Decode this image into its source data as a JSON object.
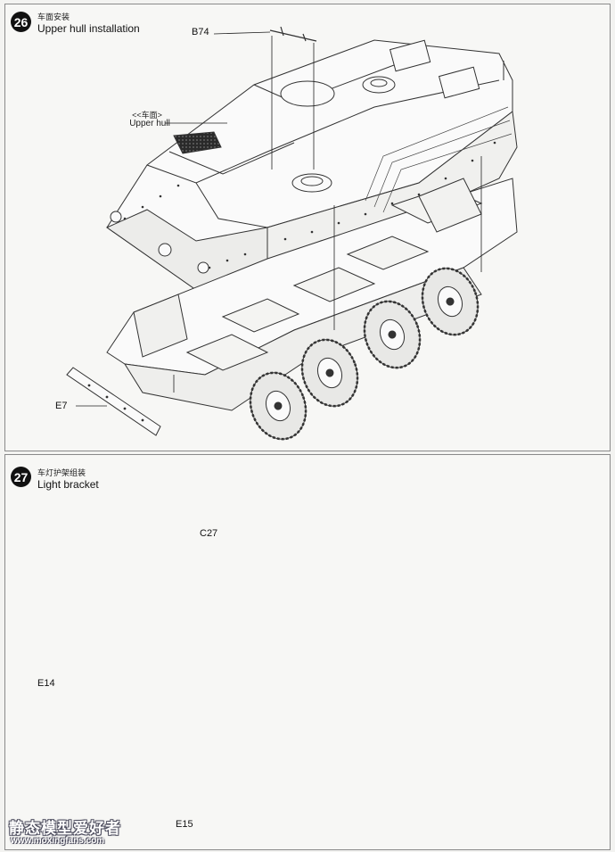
{
  "steps": [
    {
      "number": "26",
      "title_cn": "车面安装",
      "title_en": "Upper hull installation"
    },
    {
      "number": "27",
      "title_cn": "车灯护架组装",
      "title_en": "Light bracket"
    }
  ],
  "step26": {
    "part_b74": "B74",
    "upper_hull_cn": "<<车面>",
    "upper_hull_en": "Upper hull",
    "part_e7": "E7"
  },
  "step27": {
    "part_c27": "C27",
    "part_e14": "E14",
    "part_e15": "E15"
  },
  "watermark": {
    "name": "静态模型爱好者",
    "url": "www.moxingfans.com"
  }
}
